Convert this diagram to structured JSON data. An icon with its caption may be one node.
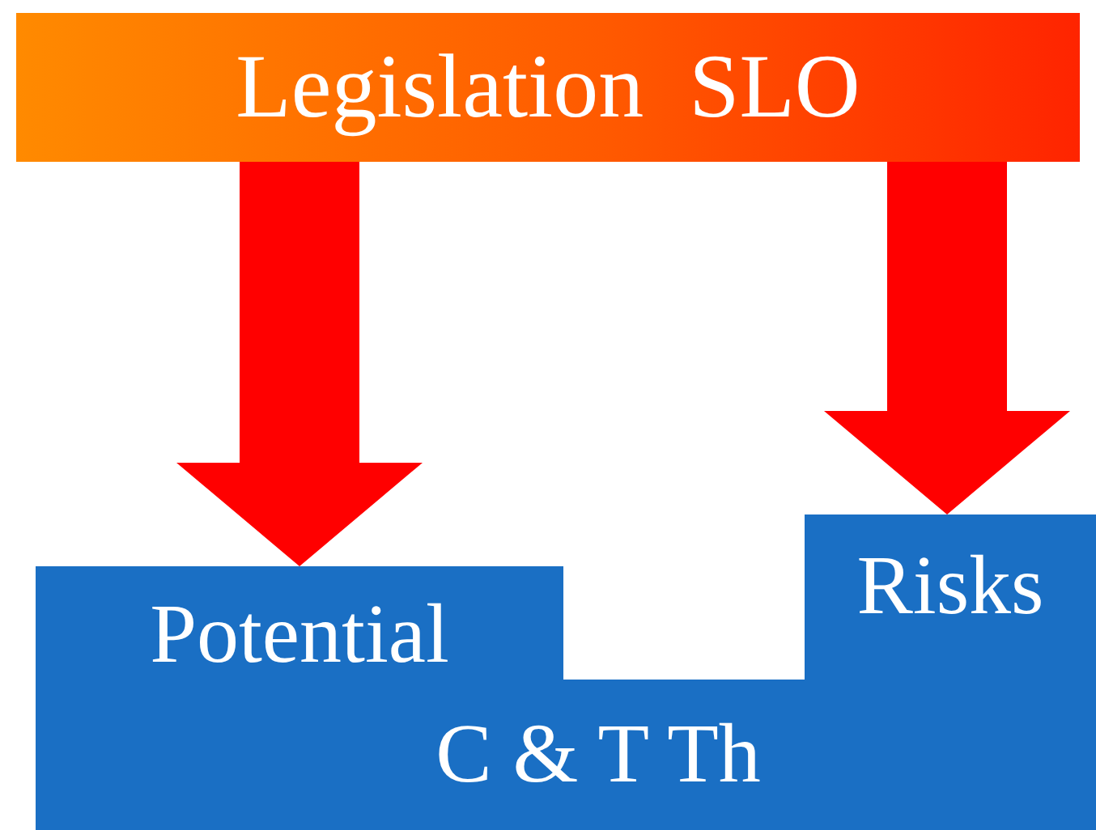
{
  "diagram": {
    "nodes": [
      {
        "text": [
          "Legislation  SLO"
        ]
      },
      {
        "text": [
          "Potential"
        ]
      },
      {
        "text": [
          "Risks"
        ]
      },
      {
        "text": [
          "C & T Th"
        ]
      }
    ],
    "edges": [
      {
        "from": 0,
        "to": 1,
        "arrow": "to"
      },
      {
        "from": 0,
        "to": 2,
        "arrow": "to"
      }
    ]
  }
}
